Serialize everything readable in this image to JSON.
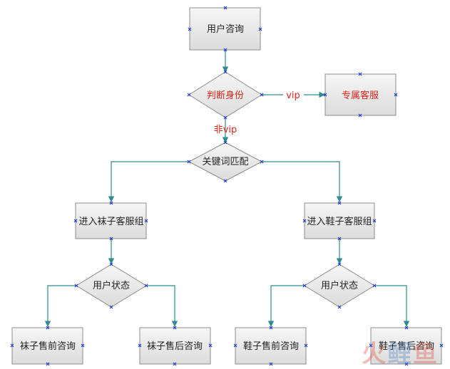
{
  "colors": {
    "edge": "#2e8b8f",
    "highlight_text": "#e0251b",
    "anchor": "#1d3ccf"
  },
  "nodes": {
    "consult": "用户咨询",
    "identity": "判断身份",
    "vip_service": "专属客服",
    "keyword": "关键词匹配",
    "sock_group": "进入袜子客服组",
    "shoe_group": "进入鞋子客服组",
    "sock_status": "用户状态",
    "shoe_status": "用户状态",
    "sock_pre": "袜子售前咨询",
    "sock_post": "袜子售后咨询",
    "shoe_pre": "鞋子售前咨询",
    "shoe_post": "鞋子售后咨询"
  },
  "edges": {
    "vip": "vip",
    "non_vip": "非vip"
  },
  "watermark": {
    "char1": "火",
    "char2": "鲤",
    "char3": "鱼"
  }
}
